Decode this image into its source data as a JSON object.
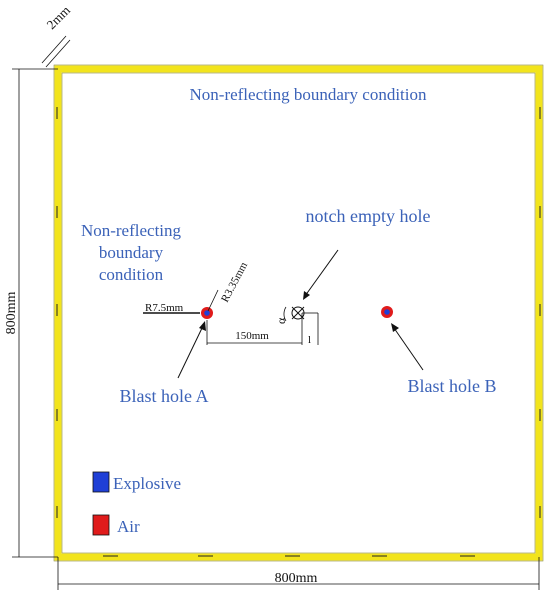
{
  "labels": {
    "top_boundary": "Non-reflecting boundary condition",
    "left_boundary_line1": "Non-reflecting",
    "left_boundary_line2": "boundary",
    "left_boundary_line3": "condition",
    "notch_hole": "notch empty hole",
    "blast_hole_a": "Blast hole A",
    "blast_hole_b": "Blast hole B"
  },
  "dimensions": {
    "width": "800mm",
    "height": "800mm",
    "boundary_thickness": "2mm",
    "hole_radius": "R7.5mm",
    "explosive_radius": "R3.35mm",
    "hole_spacing": "150mm",
    "notch_angle": "α",
    "notch_length": "l"
  },
  "legend": [
    {
      "label": "Explosive",
      "color": "#1f3fd6"
    },
    {
      "label": "Air",
      "color": "#e01b1b"
    }
  ],
  "colors": {
    "boundary": "#f2e41c",
    "label_blue": "#3b62b8",
    "explosive": "#1f3fd6",
    "air": "#e01b1b"
  }
}
